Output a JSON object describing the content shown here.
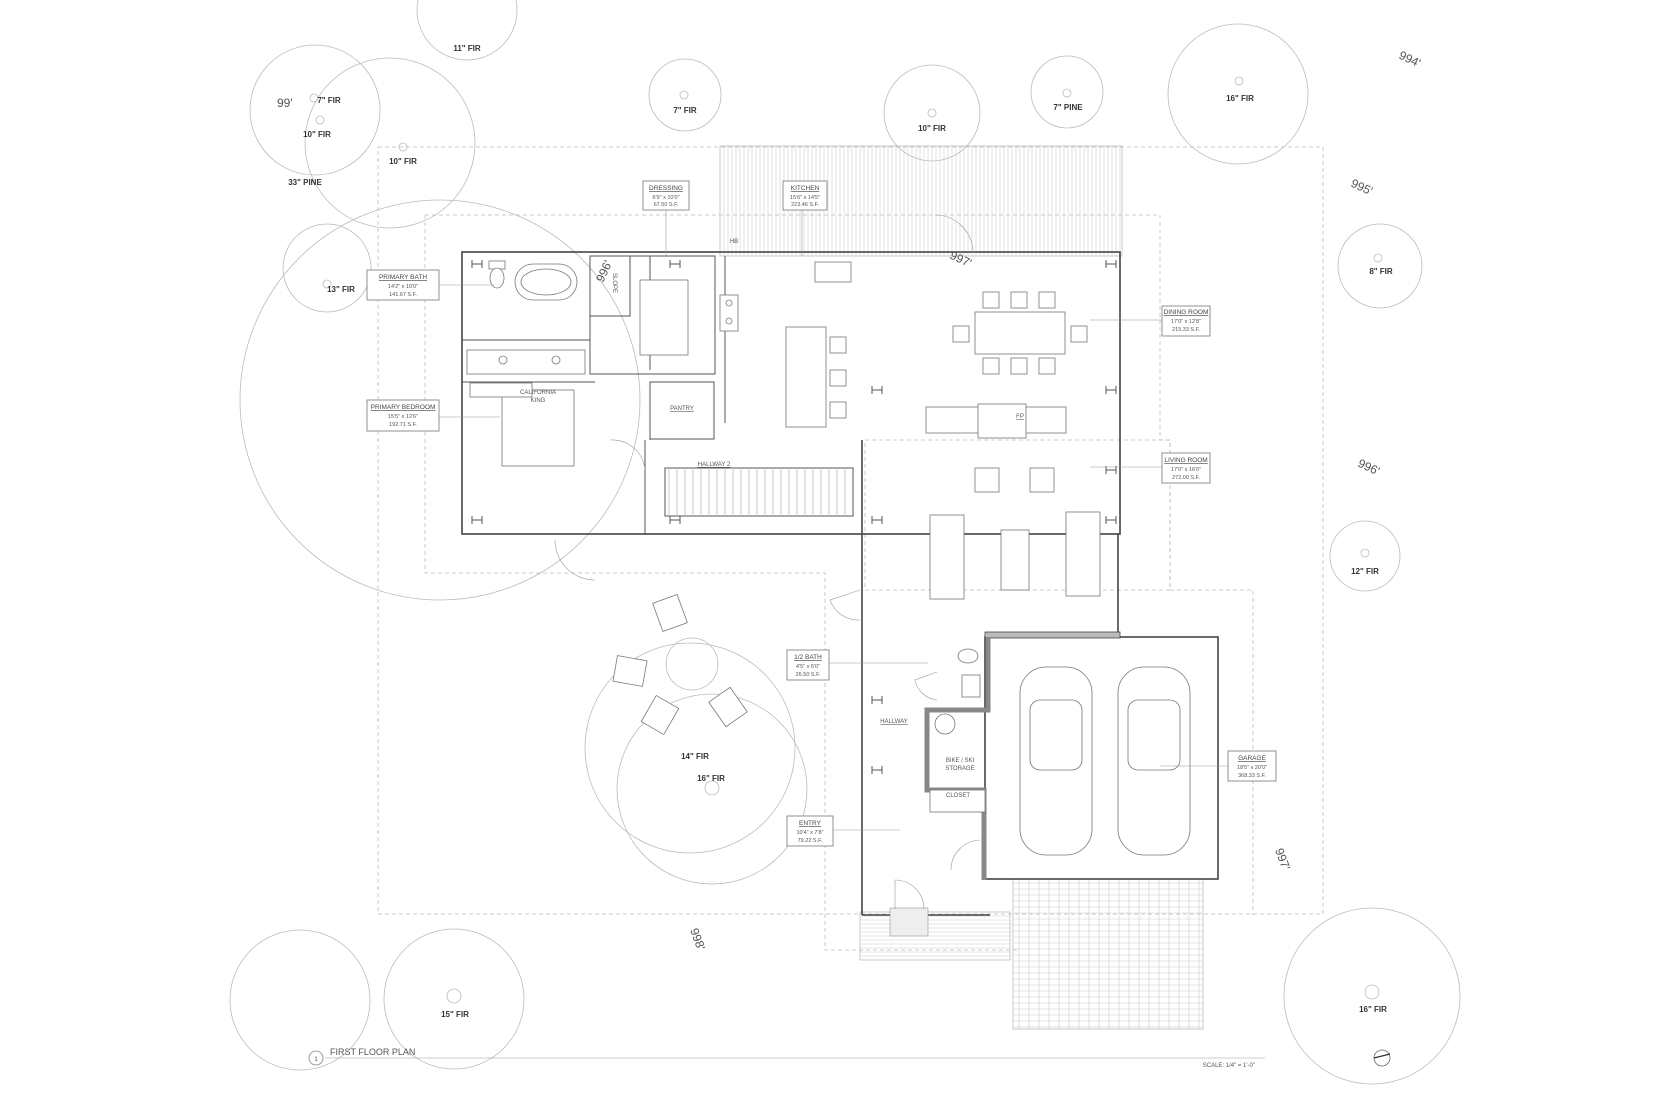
{
  "drawing": {
    "number": "1",
    "title": "FIRST FLOOR PLAN",
    "scale": "SCALE: 1/4\" = 1'-0\""
  },
  "trees": [
    {
      "id": "fir11",
      "label": "11\" FIR"
    },
    {
      "id": "fir7a",
      "label": "7\" FIR"
    },
    {
      "id": "fir7b",
      "label": "7\" FIR"
    },
    {
      "id": "fir10a",
      "label": "10\" FIR"
    },
    {
      "id": "fir10b",
      "label": "10\" FIR"
    },
    {
      "id": "fir10c",
      "label": "10\" FIR"
    },
    {
      "id": "pine33",
      "label": "33\" PINE"
    },
    {
      "id": "fir13",
      "label": "13\" FIR"
    },
    {
      "id": "pine7",
      "label": "7\" PINE"
    },
    {
      "id": "fir16a",
      "label": "16\" FIR"
    },
    {
      "id": "fir8",
      "label": "8\" FIR"
    },
    {
      "id": "fir12",
      "label": "12\" FIR"
    },
    {
      "id": "fir14",
      "label": "14\" FIR"
    },
    {
      "id": "fir16b",
      "label": "16\" FIR"
    },
    {
      "id": "fir15",
      "label": "15\" FIR"
    },
    {
      "id": "fir16c",
      "label": "16\" FIR"
    }
  ],
  "elevations": [
    "99'",
    "994'",
    "995'",
    "996'",
    "997'",
    "997'",
    "998'",
    "996'"
  ],
  "rooms": {
    "dressing": {
      "name": "DRESSING",
      "dims": "6'9\" x 10'0\"",
      "area": "67.50 S.F."
    },
    "kitchen": {
      "name": "KITCHEN",
      "dims": "15'6\" x 14'5\"",
      "area": "223.46 S.F."
    },
    "primary_bath": {
      "name": "PRIMARY BATH",
      "dims": "14'2\" x 10'0\"",
      "area": "141.67 S.F."
    },
    "dining_room": {
      "name": "DINING ROOM",
      "dims": "17'0\" x 12'8\"",
      "area": "215.33 S.F."
    },
    "primary_bedroom": {
      "name": "PRIMARY BEDROOM",
      "dims": "15'5\" x 12'6\"",
      "area": "192.71 S.F."
    },
    "living_room": {
      "name": "LIVING ROOM",
      "dims": "17'0\" x 16'0\"",
      "area": "272.00 S.F."
    },
    "half_bath": {
      "name": "1/2 BATH",
      "dims": "4'5\" x 6'0\"",
      "area": "26.50 S.F."
    },
    "garage": {
      "name": "GARAGE",
      "dims": "18'5\" x 20'0\"",
      "area": "368.33 S.F."
    },
    "entry": {
      "name": "ENTRY",
      "dims": "10'4\" x 7'8\"",
      "area": "79.22 S.F."
    }
  },
  "labels": {
    "california_king_1": "CALIFORNIA",
    "california_king_2": "KING",
    "pantry": "PANTRY",
    "hallway2": "HALLWAY 2",
    "fp": "FP",
    "hallway": "HALLWAY",
    "bike_ski_1": "BIKE / SKI",
    "bike_ski_2": "STORAGE",
    "closet": "CLOSET",
    "hb": "HB",
    "slope": "SLOPE"
  }
}
